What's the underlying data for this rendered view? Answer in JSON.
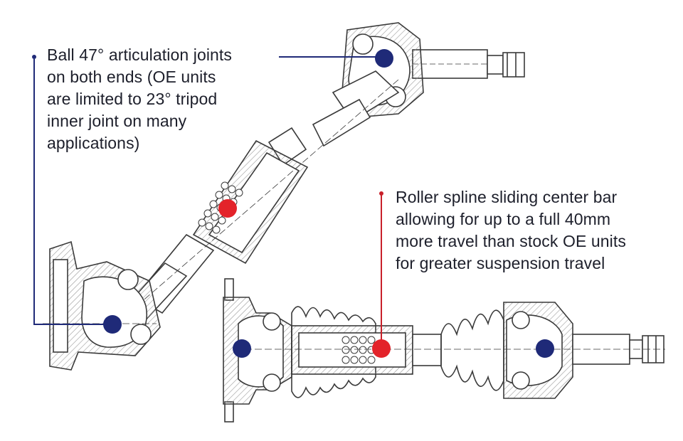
{
  "callouts": {
    "articulation": {
      "lines": [
        "Ball 47° articulation joints",
        "on both ends (OE units",
        "are limited to 23° tripod",
        "inner joint on many",
        "applications)"
      ]
    },
    "spline": {
      "lines": [
        "Roller spline sliding center bar",
        "allowing for up to a full 40mm",
        "more travel than stock OE units",
        "for greater suspension travel"
      ]
    }
  },
  "colors": {
    "joint_marker": "#1f2a78",
    "spline_marker": "#e3232a",
    "leader_blue": "#1f2a78",
    "leader_red": "#c8202a",
    "drawing_stroke": "#3a3a3a",
    "hatch": "#9a9a9a",
    "text": "#1d1f2b"
  }
}
